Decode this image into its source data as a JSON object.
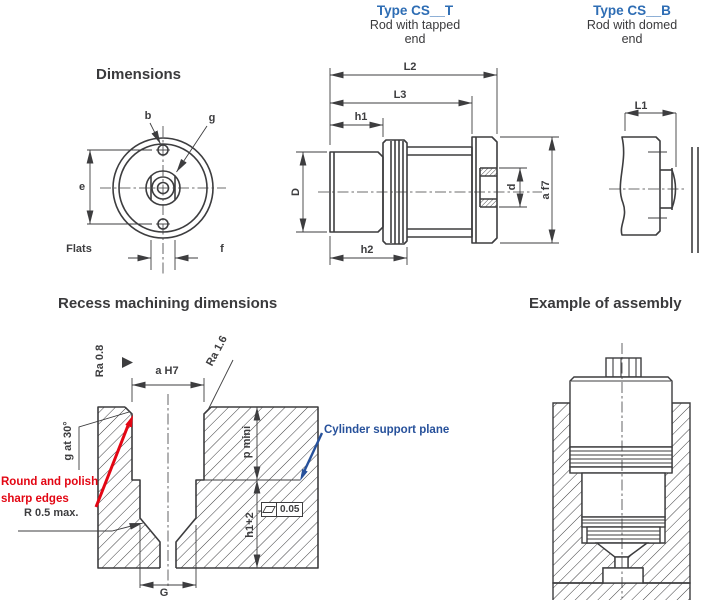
{
  "colors": {
    "line": "#3d3d3f",
    "accent_blue": "#2e6db4",
    "note_red": "#e30613",
    "note_blue": "#27519b"
  },
  "type_cst": {
    "title": "Type CS__T",
    "sub1": "Rod with tapped",
    "sub2": "end"
  },
  "type_csb": {
    "title": "Type CS__B",
    "sub1": "Rod with domed",
    "sub2": "end"
  },
  "sections": {
    "dimensions": "Dimensions",
    "recess": "Recess machining dimensions",
    "assembly": "Example of assembly"
  },
  "front_view": {
    "b": "b",
    "g": "g",
    "e": "e",
    "flats": "Flats",
    "f": "f"
  },
  "side_view": {
    "l2": "L2",
    "l3": "L3",
    "h1": "h1",
    "h2": "h2",
    "big_d": "D",
    "small_d": "d",
    "a_f7": "a f7"
  },
  "csb_view": {
    "l1": "L1"
  },
  "recess_view": {
    "ra_08": "Ra 0.8",
    "ra_16": "Ra 1.6",
    "a_h7": "a H7",
    "chamfer": "g at 30°",
    "p_mini": "p mini",
    "h1_plus_2": "h1+2",
    "g_dim": "G",
    "r_max": "R 0.5 max.",
    "flatness": "0.05",
    "note_line1": "Round and polish",
    "note_line2": "sharp edges",
    "support_note": "Cylinder support plane"
  }
}
